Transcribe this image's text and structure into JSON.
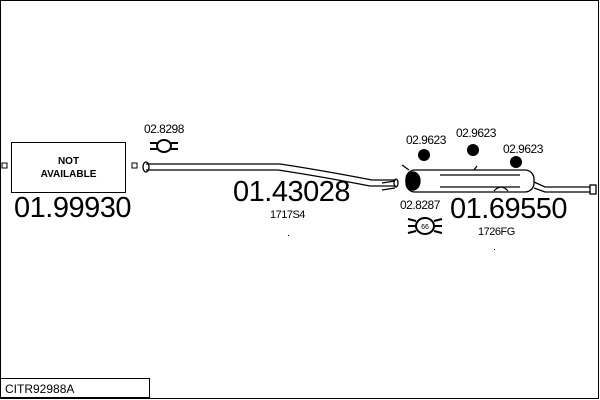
{
  "diagram_code": "CITR92988A",
  "parts": [
    {
      "number": "01.99930",
      "status": "NOT AVAILABLE",
      "status_line1": "NOT",
      "status_line2": "AVAILABLE"
    },
    {
      "number": "01.43028",
      "ref": "1717S4",
      "clamp": "02.8298"
    },
    {
      "number": "01.69550",
      "ref": "1726FG",
      "clamp": "02.8287",
      "mounts": [
        "02.9623",
        "02.9623",
        "02.9623"
      ]
    }
  ],
  "clamp_badge": "66"
}
